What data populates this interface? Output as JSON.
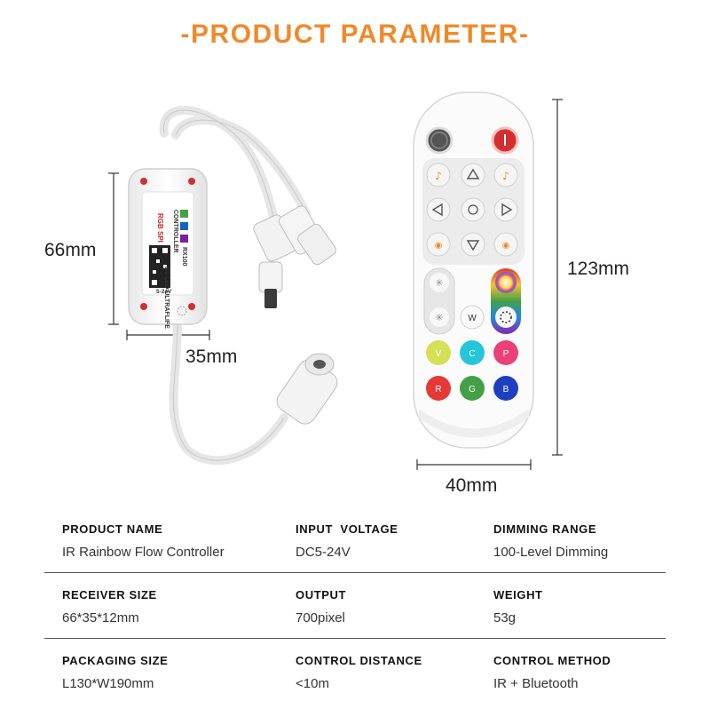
{
  "header": {
    "title": "PRODUCT PARAMETER",
    "dash": "-"
  },
  "dimensions": {
    "height_receiver": "66mm",
    "width_receiver": "35mm",
    "height_remote": "123mm",
    "width_remote": "40mm"
  },
  "receiver": {
    "labels": [
      "BT LED ULTRAFLIFE",
      "RGB SPI",
      "CONTROLLER",
      "RX100",
      "5-24V"
    ]
  },
  "remote": {
    "buttons": [
      "W",
      "V",
      "C",
      "P",
      "R",
      "G",
      "B"
    ]
  },
  "specs": [
    [
      {
        "label": "PRODUCT NAME",
        "value": "IR Rainbow Flow Controller"
      },
      {
        "label": "INPUT  VOLTAGE",
        "value": "DC5-24V"
      },
      {
        "label": "DIMMING RANGE",
        "value": "100-Level Dimming"
      }
    ],
    [
      {
        "label": "RECEIVER SIZE",
        "value": "66*35*12mm"
      },
      {
        "label": "OUTPUT",
        "value": "700pixel"
      },
      {
        "label": "WEIGHT",
        "value": "53g"
      }
    ],
    [
      {
        "label": "PACKAGING SIZE",
        "value": "L130*W190mm"
      },
      {
        "label": "CONTROL DISTANCE",
        "value": "<10m"
      },
      {
        "label": "CONTROL METHOD",
        "value": "IR + Bluetooth"
      }
    ]
  ],
  "colors": {
    "accent": "#f0892a"
  }
}
